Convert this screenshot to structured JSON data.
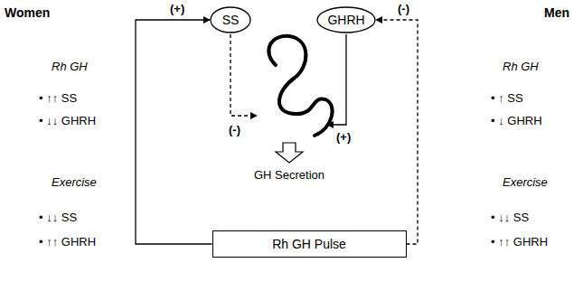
{
  "diagram": {
    "nodes": [
      {
        "text": [
          "SS"
        ]
      },
      {
        "text": [
          "GHRH"
        ]
      },
      {
        "text": [
          "Rh GH Pulse"
        ]
      }
    ],
    "edges": [
      {
        "from": 2,
        "to": 0,
        "arrow": "to",
        "label": "(+)"
      },
      {
        "from": 2,
        "to": 1,
        "arrow": "to",
        "label": "(-)"
      }
    ],
    "labels": [
      "Women",
      "Rh GH",
      "• ↑↑ SS",
      "• ↓↓ GHRH",
      "Exercise",
      "• ↓↓ SS",
      "• ↑↑ GHRH",
      "Men",
      "Rh GH",
      "• ↑ SS",
      "• ↓ GHRH",
      "Exercise",
      "• ↓↓ SS",
      "• ↑↑ GHRH",
      "(-)",
      "(+)",
      "GH Secretion"
    ]
  }
}
